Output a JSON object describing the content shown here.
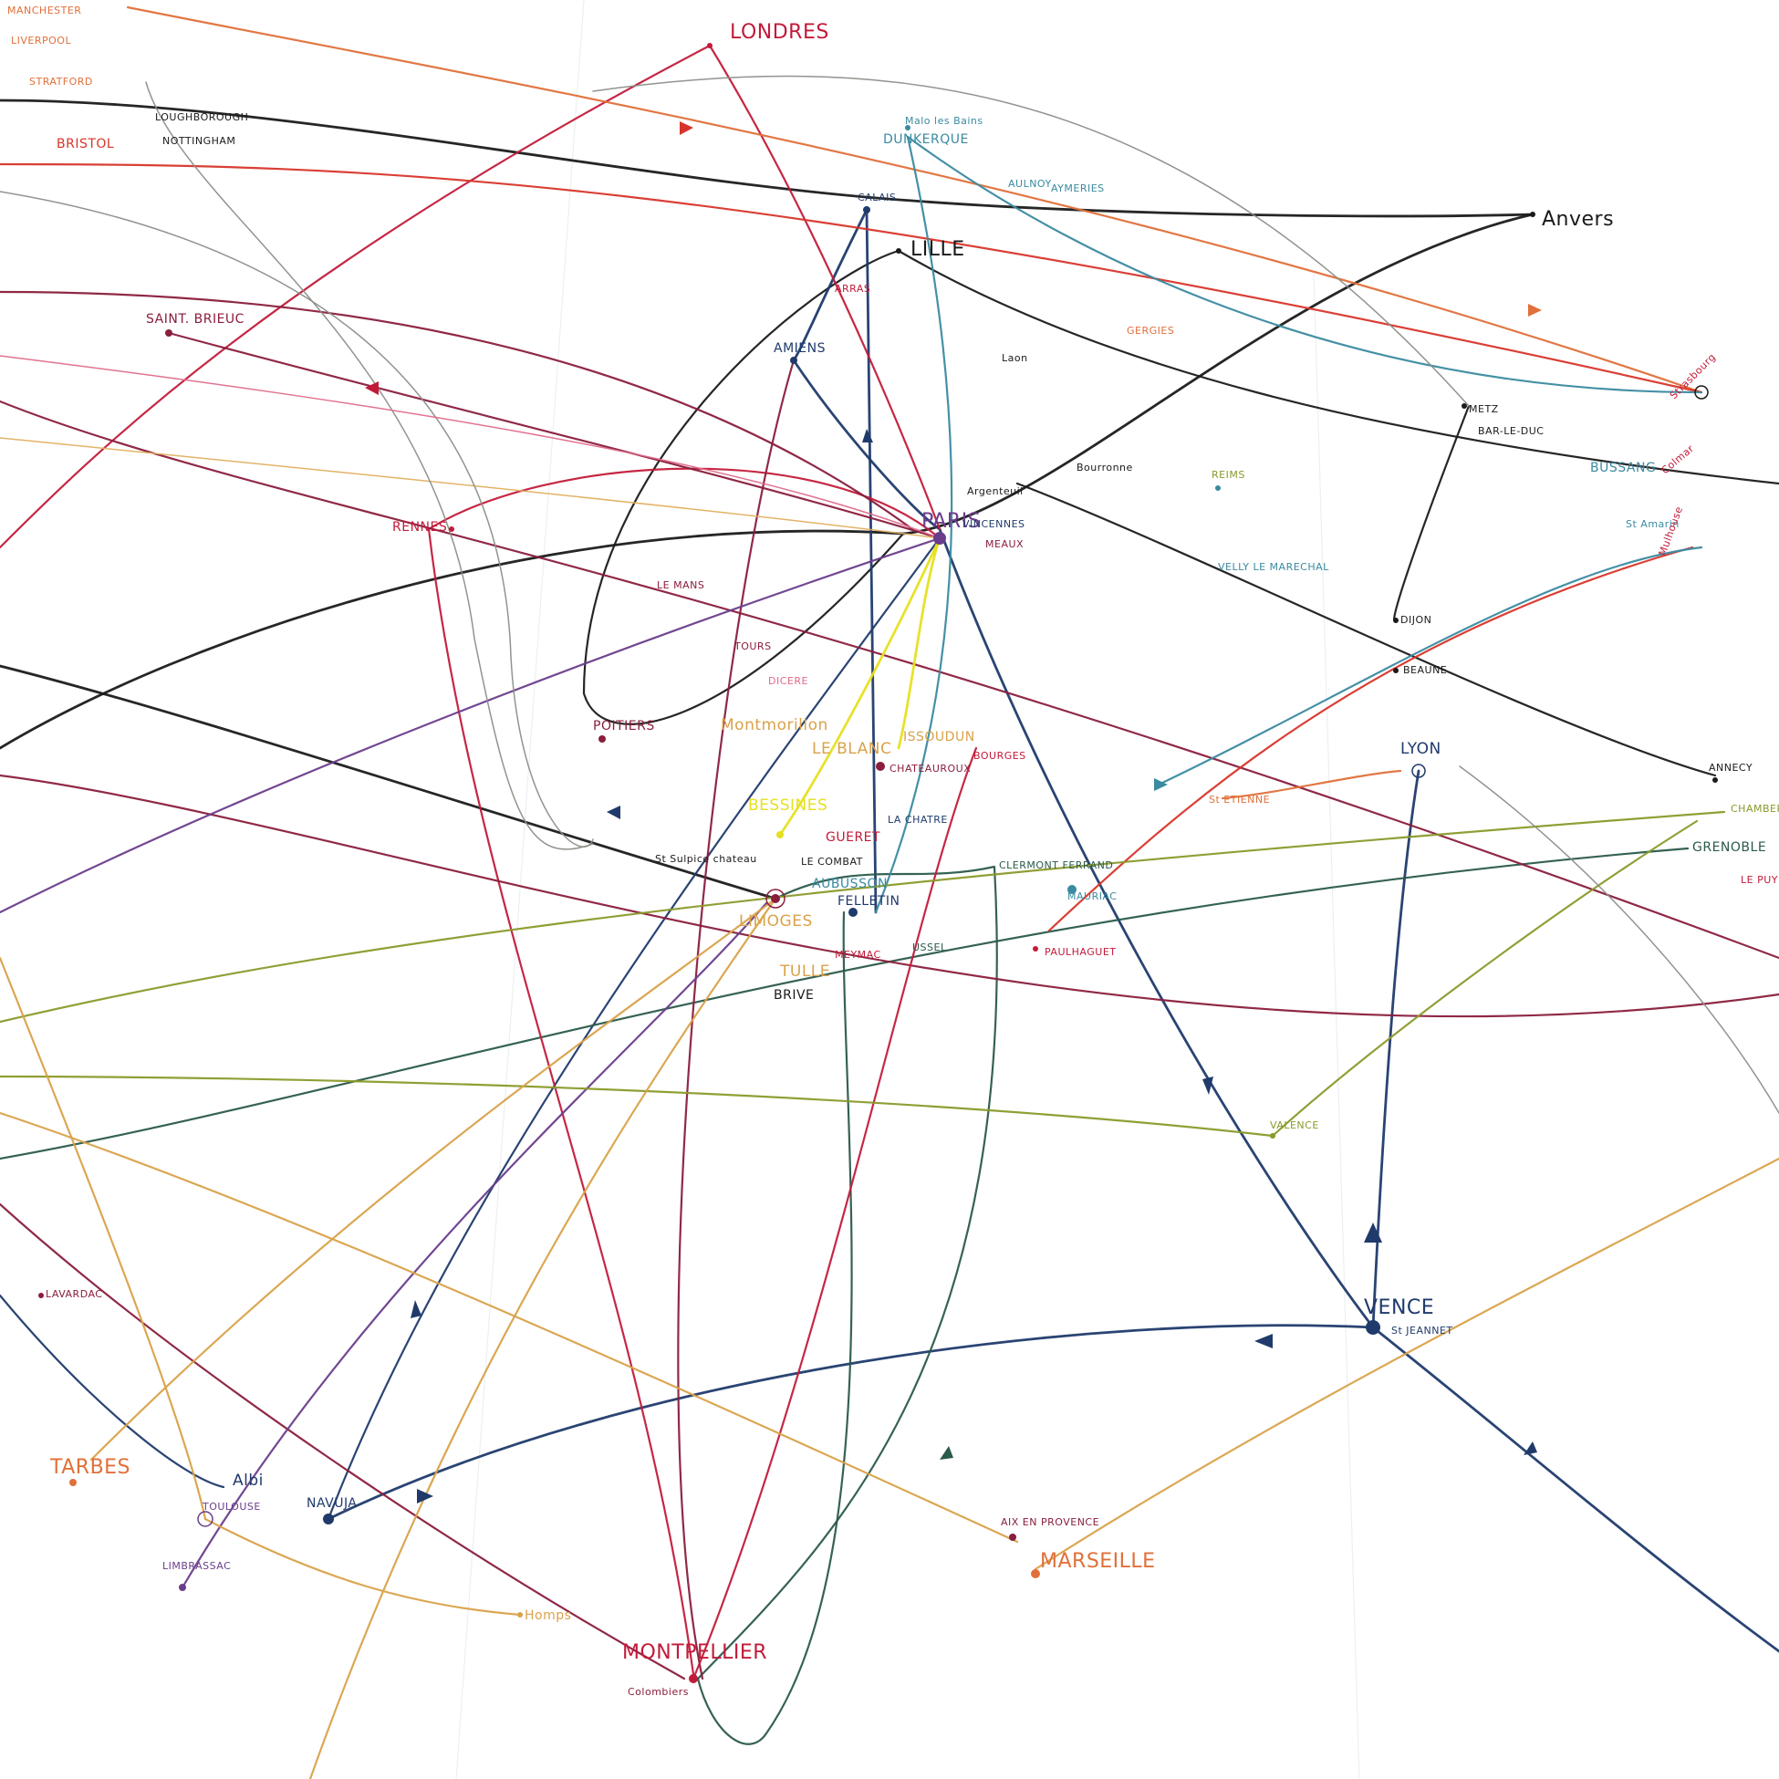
{
  "colors": {
    "navy": "#1f3a6b",
    "black": "#1a1a1a",
    "crimson": "#c21b3a",
    "orange": "#e0703a",
    "red": "#d8352a",
    "purple": "#6a3d8c",
    "maroon": "#8a1e3c",
    "teal": "#3a8aa0",
    "olive": "#8a9a2a",
    "gold": "#d9a24a",
    "yellow": "#e6e020",
    "green": "#2a5a4a",
    "grey": "#8a8f88",
    "pink": "#e06a8a"
  },
  "cities": [
    {
      "id": "manchester",
      "label": "MANCHESTER",
      "color": "orange"
    },
    {
      "id": "liverpool",
      "label": "LIVERPOOL",
      "color": "orange"
    },
    {
      "id": "stratford",
      "label": "STRATFORD",
      "color": "orange"
    },
    {
      "id": "bristol",
      "label": "BRISTOL",
      "color": "red"
    },
    {
      "id": "loughborough",
      "label": "LOUGHBOROUGH",
      "color": "black"
    },
    {
      "id": "nottingham",
      "label": "NOTTINGHAM",
      "color": "black"
    },
    {
      "id": "londres",
      "label": "LONDRES",
      "color": "crimson"
    },
    {
      "id": "malo",
      "label": "Malo les Bains",
      "color": "teal"
    },
    {
      "id": "dunkerque",
      "label": "DUNKERQUE",
      "color": "teal"
    },
    {
      "id": "aulnoy",
      "label": "AULNOY",
      "color": "teal"
    },
    {
      "id": "aymeries",
      "label": "AYMERIES",
      "color": "teal"
    },
    {
      "id": "calais",
      "label": "CALAIS",
      "color": "navy"
    },
    {
      "id": "lille",
      "label": "LILLE",
      "color": "black"
    },
    {
      "id": "anvers",
      "label": "Anvers",
      "color": "black"
    },
    {
      "id": "saintbrieuc",
      "label": "SAINT. BRIEUC",
      "color": "maroon"
    },
    {
      "id": "arras",
      "label": "ARRAS",
      "color": "crimson"
    },
    {
      "id": "amiens",
      "label": "AMIENS",
      "color": "navy"
    },
    {
      "id": "laon",
      "label": "Laon",
      "color": "black"
    },
    {
      "id": "gergies",
      "label": "GERGIES",
      "color": "orange"
    },
    {
      "id": "strasbourg",
      "label": "Strasbourg",
      "color": "crimson"
    },
    {
      "id": "metz",
      "label": "METZ",
      "color": "black"
    },
    {
      "id": "barleduc",
      "label": "BAR-LE-DUC",
      "color": "black"
    },
    {
      "id": "bussang",
      "label": "BUSSANG",
      "color": "teal"
    },
    {
      "id": "colmar",
      "label": "Colmar",
      "color": "crimson"
    },
    {
      "id": "stamarin",
      "label": "St Amarin",
      "color": "teal"
    },
    {
      "id": "mulhouse",
      "label": "Mulhouse",
      "color": "crimson"
    },
    {
      "id": "bourronne",
      "label": "Bourronne",
      "color": "black"
    },
    {
      "id": "argenteuil",
      "label": "Argenteuil",
      "color": "black"
    },
    {
      "id": "reims",
      "label": "REIMS",
      "color": "olive"
    },
    {
      "id": "rennes",
      "label": "RENNES",
      "color": "crimson"
    },
    {
      "id": "paris",
      "label": "PARIS",
      "color": "purple"
    },
    {
      "id": "vincennes",
      "label": "VINCENNES",
      "color": "navy"
    },
    {
      "id": "meaux",
      "label": "MEAUX",
      "color": "maroon"
    },
    {
      "id": "velly",
      "label": "VELLY LE MARECHAL",
      "color": "teal"
    },
    {
      "id": "lemans",
      "label": "LE MANS",
      "color": "maroon"
    },
    {
      "id": "dijon",
      "label": "DIJON",
      "color": "black"
    },
    {
      "id": "tours",
      "label": "TOURS",
      "color": "maroon"
    },
    {
      "id": "dicere",
      "label": "DICERE",
      "color": "pink"
    },
    {
      "id": "beaune",
      "label": "BEAUNE",
      "color": "black"
    },
    {
      "id": "poitiers",
      "label": "POITIERS",
      "color": "maroon"
    },
    {
      "id": "montmorillon",
      "label": "Montmorillon",
      "color": "gold"
    },
    {
      "id": "issoudun",
      "label": "ISSOUDUN",
      "color": "gold"
    },
    {
      "id": "bourges",
      "label": "BOURGES",
      "color": "crimson"
    },
    {
      "id": "lyon",
      "label": "LYON",
      "color": "navy"
    },
    {
      "id": "annecy",
      "label": "ANNECY",
      "color": "black"
    },
    {
      "id": "leblanc",
      "label": "LE BLANC",
      "color": "gold"
    },
    {
      "id": "chateauroux",
      "label": "CHATEAUROUX",
      "color": "maroon"
    },
    {
      "id": "stetienne",
      "label": "St ETIENNE",
      "color": "orange"
    },
    {
      "id": "chambery",
      "label": "CHAMBERY",
      "color": "olive"
    },
    {
      "id": "bessines",
      "label": "BESSINES",
      "color": "yellow"
    },
    {
      "id": "lachatre",
      "label": "LA CHATRE",
      "color": "navy"
    },
    {
      "id": "grenoble",
      "label": "GRENOBLE",
      "color": "green"
    },
    {
      "id": "guerret",
      "label": "GUERET",
      "color": "crimson"
    },
    {
      "id": "stsulpice",
      "label": "St Sulpice chateau",
      "color": "black"
    },
    {
      "id": "lecombat",
      "label": "LE COMBAT",
      "color": "black"
    },
    {
      "id": "clermont",
      "label": "CLERMONT FERRAND",
      "color": "green"
    },
    {
      "id": "aubusson",
      "label": "AUBUSSON",
      "color": "teal"
    },
    {
      "id": "lepuy",
      "label": "LE PUY",
      "color": "crimson"
    },
    {
      "id": "felletin",
      "label": "FELLETIN",
      "color": "navy"
    },
    {
      "id": "limoges",
      "label": "LIMOGES",
      "color": "gold"
    },
    {
      "id": "mauriac",
      "label": "MAURIAC",
      "color": "teal"
    },
    {
      "id": "ussel",
      "label": "USSEL",
      "color": "green"
    },
    {
      "id": "paulhaguet",
      "label": "PAULHAGUET",
      "color": "crimson"
    },
    {
      "id": "tulle",
      "label": "TULLE",
      "color": "gold"
    },
    {
      "id": "brive",
      "label": "BRIVE",
      "color": "black"
    },
    {
      "id": "meymac",
      "label": "MEYMAC",
      "color": "crimson"
    },
    {
      "id": "vacence",
      "label": "VALENCE",
      "color": "olive"
    },
    {
      "id": "lavardac",
      "label": "LAVARDAC",
      "color": "maroon"
    },
    {
      "id": "vence",
      "label": "VENCE",
      "color": "navy"
    },
    {
      "id": "stjeannet",
      "label": "St JEANNET",
      "color": "navy"
    },
    {
      "id": "tarbes",
      "label": "TARBES",
      "color": "orange"
    },
    {
      "id": "albi",
      "label": "Albi",
      "color": "navy"
    },
    {
      "id": "toulouse",
      "label": "TOULOUSE",
      "color": "purple"
    },
    {
      "id": "navuja",
      "label": "NAVUJA",
      "color": "navy"
    },
    {
      "id": "aixenprovence",
      "label": "AIX EN PROVENCE",
      "color": "maroon"
    },
    {
      "id": "marseille",
      "label": "MARSEILLE",
      "color": "orange"
    },
    {
      "id": "limbrassac",
      "label": "LIMBRASSAC",
      "color": "purple"
    },
    {
      "id": "homps",
      "label": "Homps",
      "color": "gold"
    },
    {
      "id": "montpellier",
      "label": "MONTPELLIER",
      "color": "crimson"
    },
    {
      "id": "colombiers",
      "label": "Colombiers",
      "color": "maroon"
    }
  ]
}
